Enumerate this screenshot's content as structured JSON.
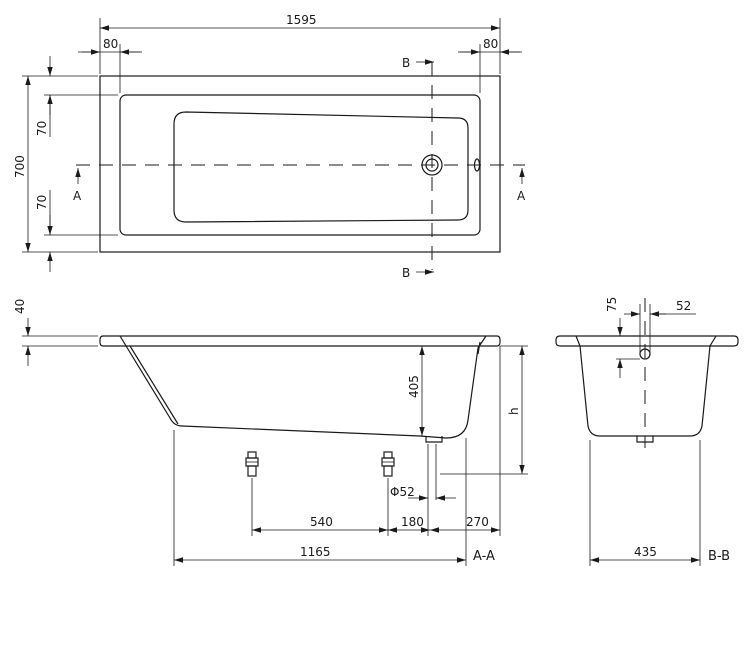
{
  "drawing": {
    "top_view": {
      "overall_length": "1595",
      "rim_left": "80",
      "rim_right": "80",
      "overall_width": "700",
      "rim_top": "70",
      "rim_bottom": "70",
      "section_a": "A",
      "section_b": "B"
    },
    "section_aa": {
      "rim_thickness": "40",
      "depth": "405",
      "height": "h",
      "waste_diameter": "Φ52",
      "dim_540": "540",
      "dim_180": "180",
      "dim_270": "270",
      "dim_1165": "1165",
      "label": "A-A"
    },
    "section_bb": {
      "dim_75": "75",
      "dim_52": "52",
      "dim_435": "435",
      "label": "B-B"
    }
  }
}
